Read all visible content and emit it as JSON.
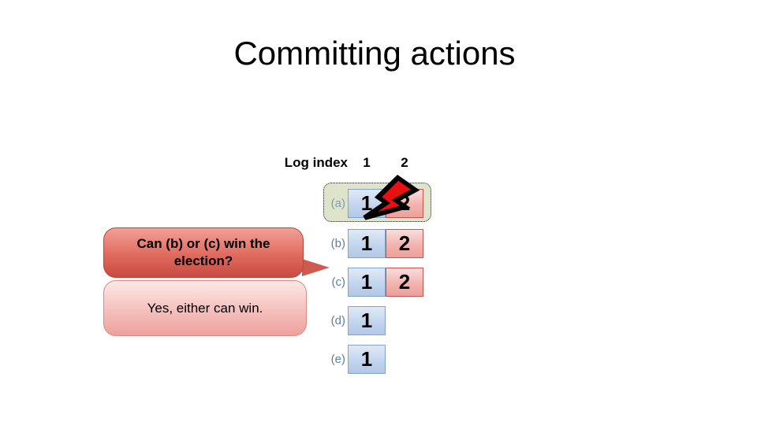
{
  "title": "Committing actions",
  "log_table": {
    "header_label": "Log index",
    "column_headers": [
      "1",
      "2"
    ],
    "rows": [
      {
        "label": "(a)",
        "highlighted": true,
        "crashed": true,
        "entries": [
          {
            "value": "1",
            "color": "blue"
          },
          {
            "value": "2",
            "color": "red"
          }
        ]
      },
      {
        "label": "(b)",
        "highlighted": false,
        "crashed": false,
        "entries": [
          {
            "value": "1",
            "color": "blue"
          },
          {
            "value": "2",
            "color": "red"
          }
        ]
      },
      {
        "label": "(c)",
        "highlighted": false,
        "crashed": false,
        "entries": [
          {
            "value": "1",
            "color": "blue"
          },
          {
            "value": "2",
            "color": "red"
          }
        ]
      },
      {
        "label": "(d)",
        "highlighted": false,
        "crashed": false,
        "entries": [
          {
            "value": "1",
            "color": "blue"
          }
        ]
      },
      {
        "label": "(e)",
        "highlighted": false,
        "crashed": false,
        "entries": [
          {
            "value": "1",
            "color": "blue"
          }
        ]
      }
    ]
  },
  "callouts": {
    "question": "Can (b) or (c) win the election?",
    "answer": "Yes, either can win."
  },
  "icons": {
    "crash_bolt": "lightning-bolt-icon"
  },
  "colors": {
    "entry_blue_fill": "#c3d5ed",
    "entry_blue_border": "#7fa3cc",
    "entry_red_fill": "#f2b3af",
    "entry_red_border": "#c05450",
    "highlight_fill": "#dee4c9",
    "highlight_border": "#1a1a1a",
    "question_bubble": "#c94b41",
    "answer_bubble": "#eea19c",
    "row_label": "#5f7fa0",
    "bolt_fill": "#e81010"
  }
}
